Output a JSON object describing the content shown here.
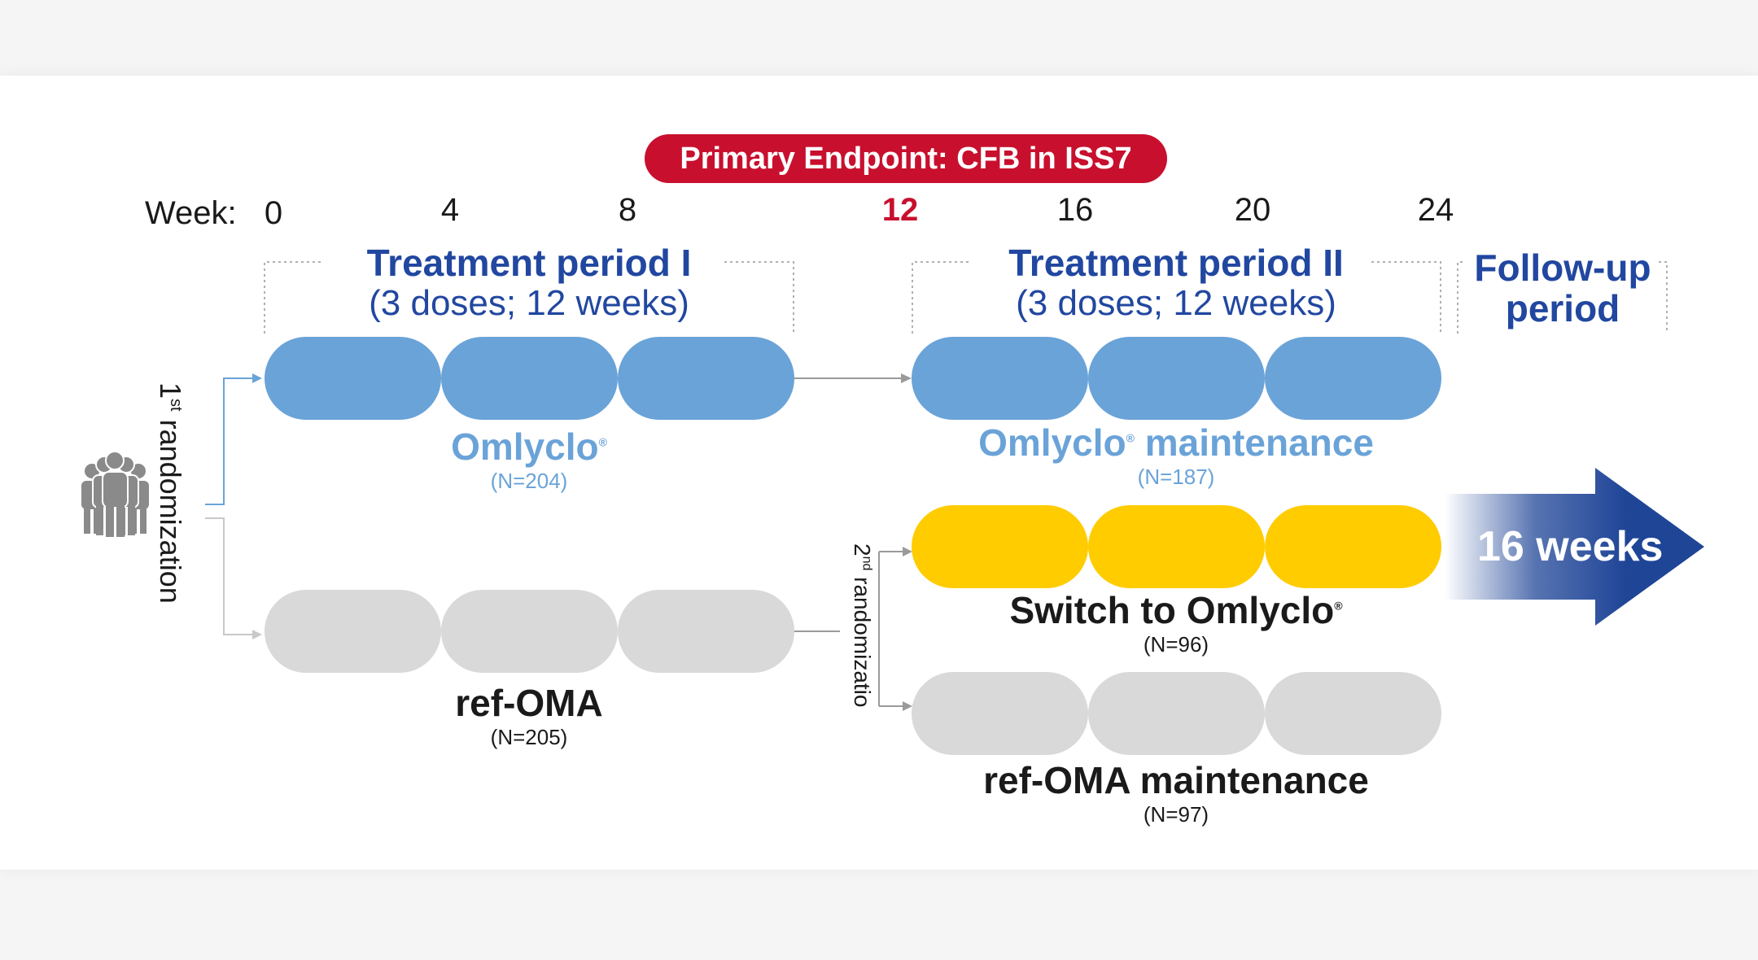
{
  "endpoint": {
    "label": "Primary Endpoint: CFB in ISS7",
    "color": "#c8102e"
  },
  "week_axis": {
    "label": "Week:",
    "ticks": [
      {
        "value": "0",
        "highlight": false
      },
      {
        "value": "4",
        "highlight": false
      },
      {
        "value": "8",
        "highlight": false
      },
      {
        "value": "12",
        "highlight": true
      },
      {
        "value": "16",
        "highlight": false
      },
      {
        "value": "20",
        "highlight": false
      },
      {
        "value": "24",
        "highlight": false
      }
    ],
    "highlight_color": "#c8102e"
  },
  "periods": {
    "p1": {
      "title": "Treatment period I",
      "subtitle": "(3 doses; 12 weeks)"
    },
    "p2": {
      "title": "Treatment period II",
      "subtitle": "(3 doses; 12 weeks)"
    },
    "followup": {
      "title_line1": "Follow-up",
      "title_line2": "period"
    }
  },
  "randomization": {
    "first_num": "1",
    "first_sup": "st",
    "first_text": "randomization",
    "second_num": "2",
    "second_sup": "nd",
    "second_text": "randomizatio"
  },
  "arms": {
    "omlyclo_p1": {
      "name": "Omlyclo",
      "mark": "®",
      "n": "(N=204)"
    },
    "refoma_p1": {
      "name": "ref-OMA",
      "n": "(N=205)"
    },
    "omlyclo_maint": {
      "name": "Omlyclo",
      "mark": "®",
      "suffix": "maintenance",
      "n": "(N=187)"
    },
    "switch": {
      "prefix": "Switch to ",
      "name": "Omlyclo",
      "mark": "®",
      "n": "(N=96)"
    },
    "refoma_maint": {
      "name": "ref-OMA maintenance",
      "n": "(N=97)"
    }
  },
  "followup_arrow": {
    "label": "16 weeks"
  },
  "icons": {
    "people": "people-group-icon"
  },
  "colors": {
    "navy": "#2147a0",
    "blue_pill": "#6aa3d8",
    "blue_text": "#6aa3d8",
    "yellow_pill": "#ffcc00",
    "gray_pill": "#d9d9d9",
    "arrow_dark": "#1f4597",
    "people_gray": "#8a8a8a"
  }
}
